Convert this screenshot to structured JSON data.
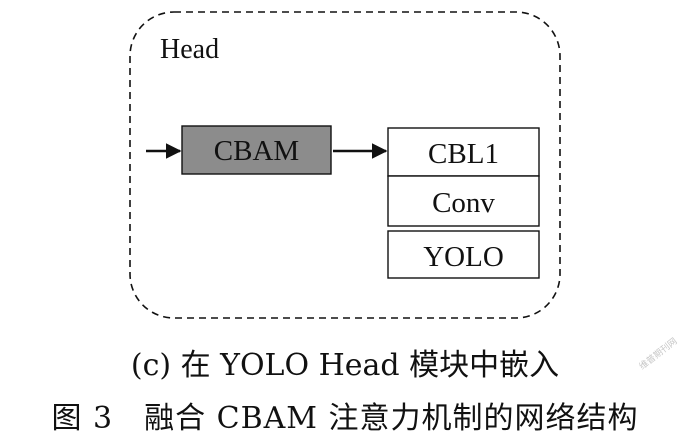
{
  "container": {
    "label": "Head"
  },
  "blocks": {
    "cbam": "CBAM",
    "cbl1": "CBL1",
    "conv": "Conv",
    "yolo": "YOLO"
  },
  "colors": {
    "cbam_fill": "#8c8c8c",
    "box_fill": "#ffffff",
    "stroke": "#111111"
  },
  "caption": {
    "subfigure": "(c) 在 YOLO Head 模块中嵌入",
    "figure": "图 3　融合 CBAM 注意力机制的网络结构"
  },
  "watermark": {
    "text": "维普期刊网"
  }
}
